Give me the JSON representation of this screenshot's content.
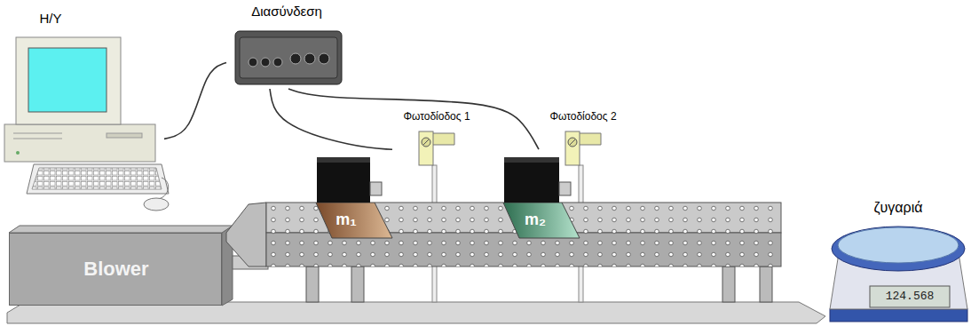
{
  "diagram": {
    "nodes": [
      {
        "text": [
          "Η/Υ"
        ]
      },
      {
        "text": [
          "Διασύνδεση"
        ]
      },
      {
        "text": [
          "Φωτοδίοδος 1"
        ]
      },
      {
        "text": [
          "Φωτοδίοδος 2"
        ]
      },
      {
        "text": [
          "m₁"
        ]
      },
      {
        "text": [
          "m₂"
        ]
      },
      {
        "text": [
          "Blower"
        ]
      },
      {
        "text": [
          "ζυγαριά",
          "124.568"
        ]
      }
    ],
    "edges": [
      {
        "from": 0,
        "to": 1,
        "arrow": "none"
      },
      {
        "from": 1,
        "to": 2,
        "arrow": "none"
      },
      {
        "from": 1,
        "to": 3,
        "arrow": "none"
      }
    ]
  }
}
